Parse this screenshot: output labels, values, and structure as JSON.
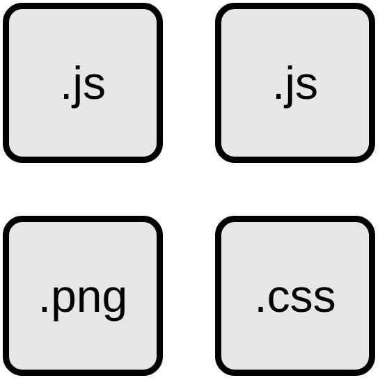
{
  "tiles": [
    {
      "label": ".js"
    },
    {
      "label": ".js"
    },
    {
      "label": ".png"
    },
    {
      "label": ".css"
    }
  ],
  "colors": {
    "tile_fill": "#e6e6e6",
    "tile_border": "#000000",
    "text": "#000000",
    "background": "#ffffff"
  }
}
